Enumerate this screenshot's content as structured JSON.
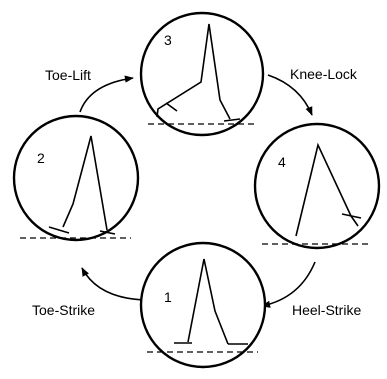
{
  "stages": [
    {
      "id": "1",
      "number": "1"
    },
    {
      "id": "2",
      "number": "2"
    },
    {
      "id": "3",
      "number": "3"
    },
    {
      "id": "4",
      "number": "4"
    }
  ],
  "transitions": [
    {
      "id": "toe-strike",
      "label": "Toe-Strike",
      "from": "1",
      "to": "2"
    },
    {
      "id": "toe-lift",
      "label": "Toe-Lift",
      "from": "2",
      "to": "3"
    },
    {
      "id": "knee-lock",
      "label": "Knee-Lock",
      "from": "3",
      "to": "4"
    },
    {
      "id": "heel-strike",
      "label": "Heel-Strike",
      "from": "4",
      "to": "1"
    }
  ]
}
